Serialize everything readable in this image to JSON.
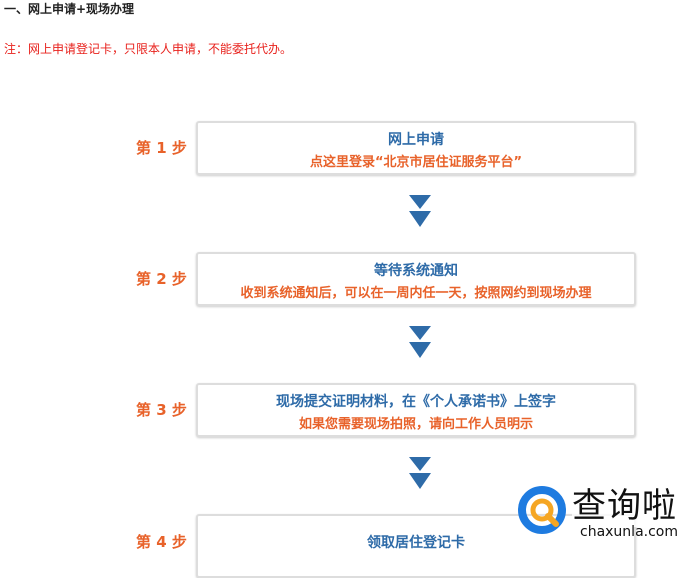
{
  "heading": "一、网上申请+现场办理",
  "note": "注：网上申请登记卡，只限本人申请，不能委托代办。",
  "steps": [
    {
      "label": "第 1 步",
      "title": "网上申请",
      "sub": "点这里登录“北京市居住证服务平台”"
    },
    {
      "label": "第 2 步",
      "title": "等待系统通知",
      "sub": "收到系统通知后，可以在一周内任一天，按照网约到现场办理"
    },
    {
      "label": "第 3 步",
      "title": "现场提交证明材料，在《个人承诺书》上签字",
      "sub": "如果您需要现场拍照，请向工作人员明示"
    },
    {
      "label": "第 4 步",
      "title": "领取居住登记卡",
      "sub": ""
    }
  ],
  "watermark": {
    "name": "查询啦",
    "url": "chaxunla.com"
  },
  "colors": {
    "blue": "#2e6ba8",
    "orange": "#e8622a",
    "red": "#e8211c"
  }
}
